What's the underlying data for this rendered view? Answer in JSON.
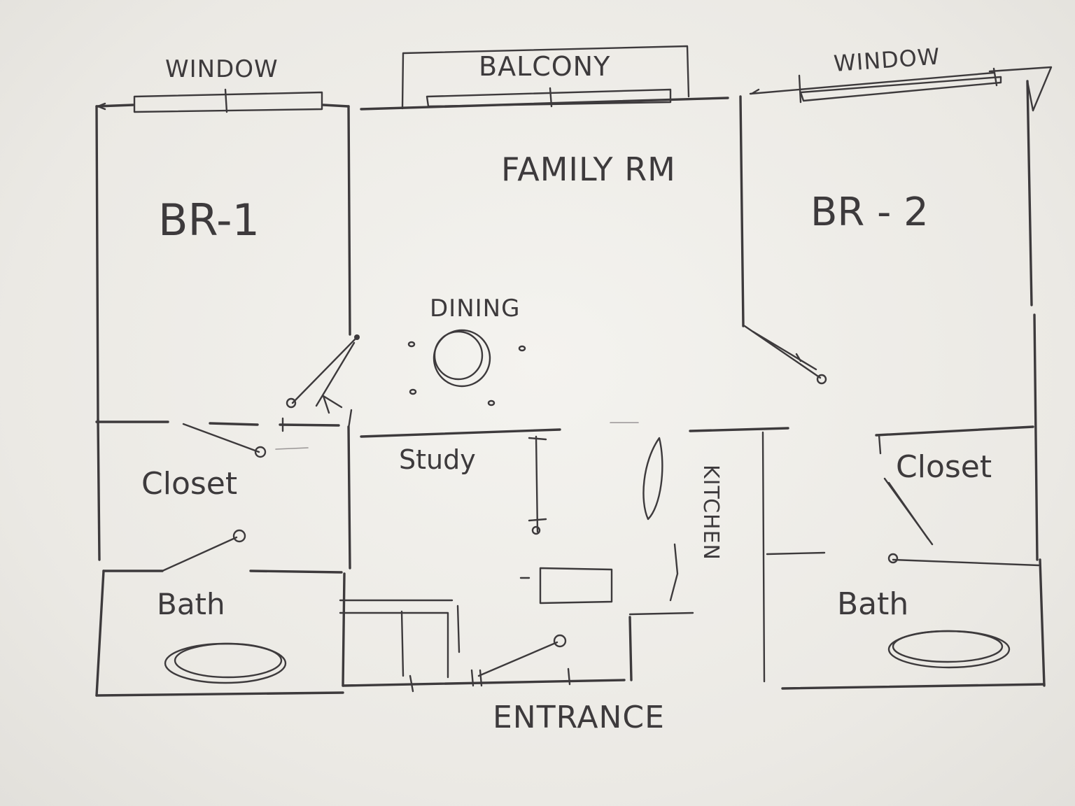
{
  "labels": {
    "window_left": "WINDOW",
    "balcony": "BALCONY",
    "window_right": "WINDOW",
    "family_rm": "FAMILY RM",
    "br1": "BR-1",
    "br2": "BR - 2",
    "dining": "DINING",
    "study": "Study",
    "kitchen": "KITCHEN",
    "closet_left": "Closet",
    "closet_right": "Closet",
    "bath_left": "Bath",
    "bath_right": "Bath",
    "entrance": "ENTRANCE"
  },
  "colors": {
    "ink": "#3d3a3c",
    "paper": "#f4f3ef"
  }
}
